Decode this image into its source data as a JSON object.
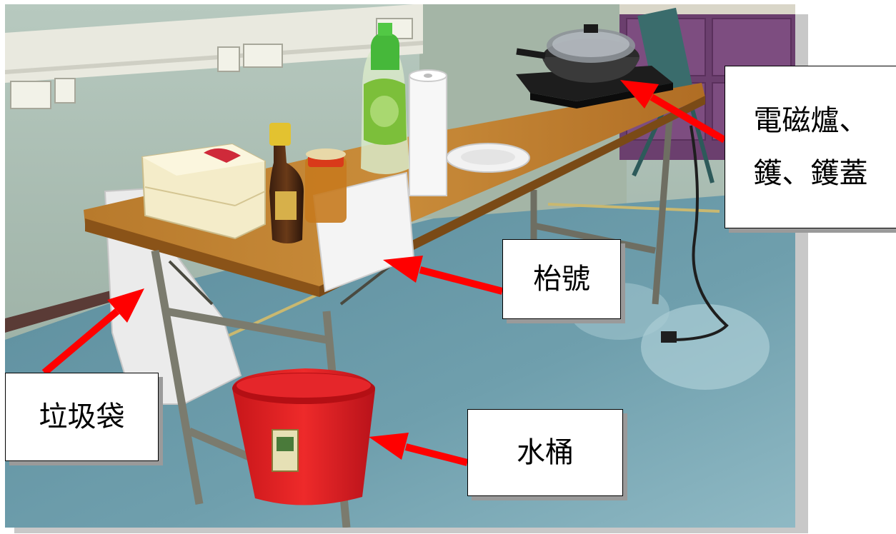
{
  "labels": {
    "stove": {
      "line1": "電磁爐、",
      "line2": "鑊、鑊蓋"
    },
    "table_number": "枱號",
    "trash_bag": "垃圾袋",
    "bucket": "水桶"
  },
  "colors": {
    "arrow": "#ff0000",
    "callout_border": "#000000",
    "callout_background": "#ffffff",
    "frame_shadow": "#c8c8c8"
  },
  "photo_subject": {
    "objects": [
      "induction-cooker",
      "wok",
      "wok-lid",
      "folding-table",
      "table-number-sign",
      "trash-bag",
      "red-bucket",
      "soy-sauce-bottle",
      "detergent-bottle",
      "paper-towel-roll",
      "plate",
      "plastic-box",
      "jar"
    ]
  }
}
